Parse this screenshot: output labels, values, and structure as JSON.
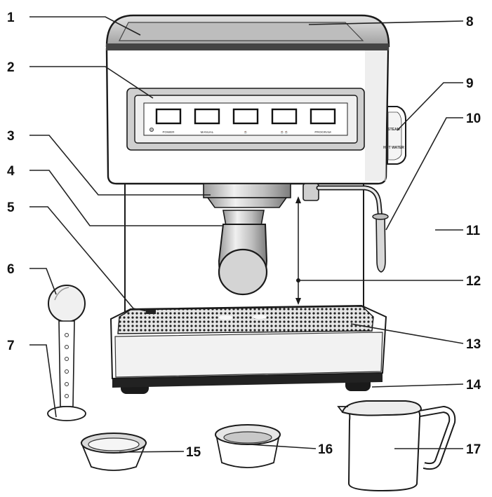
{
  "callouts": [
    "1",
    "2",
    "3",
    "4",
    "5",
    "6",
    "7",
    "8",
    "9",
    "10",
    "11",
    "12",
    "13",
    "14",
    "15",
    "16",
    "17"
  ],
  "panel": {
    "buttons": [
      "POWER",
      "MANUAL",
      "☕",
      "☕☕",
      "PROGRAM"
    ],
    "side_switch": [
      "STEAM",
      "HOT WATER"
    ]
  },
  "colors": {
    "ink": "#1a1a1a",
    "body": "#ffffff",
    "shade": "#cfcfcf"
  }
}
